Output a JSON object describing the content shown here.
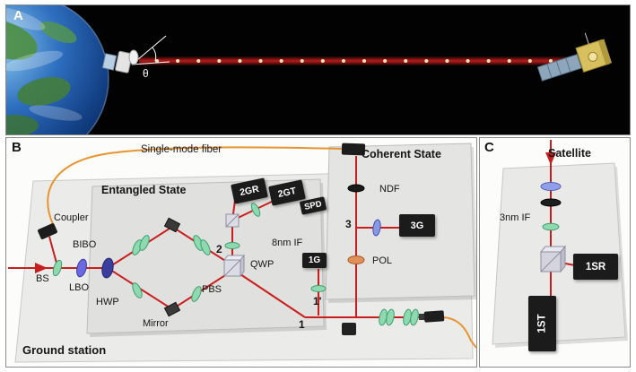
{
  "colors": {
    "beam_red": "#c81e1e",
    "fiber_orange": "#e8952f",
    "lens_green": "#8fd9b0",
    "crystal_blue": "#5b63d8",
    "detector_black": "#1b1b1b"
  },
  "panel_a": {
    "label": "A",
    "theta": "θ"
  },
  "panel_b": {
    "label": "B",
    "ground_station": "Ground station",
    "single_mode_fiber": "Single-mode fiber",
    "coupler": "Coupler",
    "entangled_state": "Entangled State",
    "coherent_state": "Coherent State",
    "bs": "BS",
    "lbo": "LBO",
    "bibo": "BIBO",
    "hwp": "HWP",
    "mirror": "Mirror",
    "pbs": "PBS",
    "qwp": "QWP",
    "if_8nm": "8nm IF",
    "det_2gr": "2GR",
    "det_2gt": "2GT",
    "spd": "SPD",
    "det_1g": "1G",
    "det_3g": "3G",
    "ndf": "NDF",
    "pol": "POL",
    "pt_1": "1",
    "pt_1p": "1'",
    "pt_2": "2",
    "pt_3": "3"
  },
  "panel_c": {
    "label": "C",
    "satellite": "Satellite",
    "if_3nm": "3nm IF",
    "det_1sr": "1SR",
    "det_1st": "1ST"
  }
}
